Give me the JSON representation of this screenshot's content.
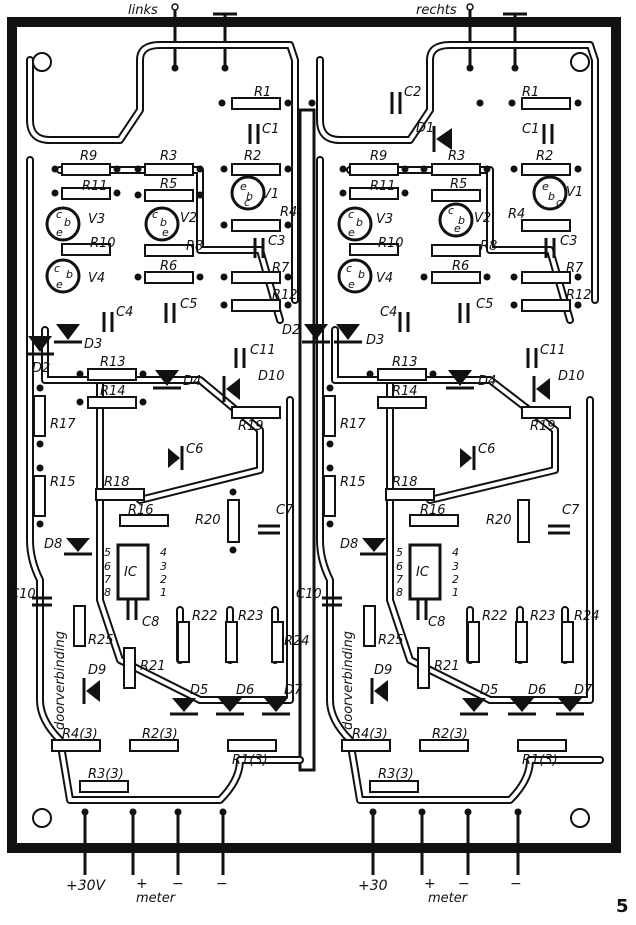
{
  "inputs": {
    "left": "links",
    "right": "rechts"
  },
  "figure_number": "5",
  "components": {
    "r1": "R1",
    "r2": "R2",
    "r3": "R3",
    "r4": "R4",
    "r5": "R5",
    "r6": "R6",
    "r7": "R7",
    "r8": "R8",
    "r9": "R9",
    "r10": "R10",
    "r11": "R11",
    "r12": "R12",
    "r13": "R13",
    "r14": "R14",
    "r15": "R15",
    "r16": "R16",
    "r17": "R17",
    "r18": "R18",
    "r19": "R19",
    "r20": "R20",
    "r21": "R21",
    "r22": "R22",
    "r23": "R23",
    "r24": "R24",
    "r25": "R25",
    "r1_3": "R1(3)",
    "r2_3": "R2(3)",
    "r3_3": "R3(3)",
    "r4_3": "R4(3)",
    "c1": "C1",
    "c2": "C2",
    "c3": "C3",
    "c4": "C4",
    "c5": "C5",
    "c6": "C6",
    "c7": "C7",
    "c8": "C8",
    "c10": "C10",
    "c11": "C11",
    "d1": "D1",
    "d2": "D2",
    "d3": "D3",
    "d4": "D4",
    "d5": "D5",
    "d6": "D6",
    "d7": "D7",
    "d8": "D8",
    "d9": "D9",
    "d10": "D10",
    "v1": "V1",
    "v2": "V2",
    "v3": "V3",
    "v4": "V4",
    "ic": "IC",
    "pin_e": "e",
    "pin_b": "b",
    "pin_c": "c",
    "ic_pins": [
      "5",
      "6",
      "7",
      "8",
      "4",
      "3",
      "2",
      "1"
    ],
    "bridge": "doorverbinding"
  },
  "terminals": {
    "left_supply": "+30V",
    "right_supply": "+30",
    "plus": "+",
    "minus": "−",
    "meter": "meter"
  }
}
